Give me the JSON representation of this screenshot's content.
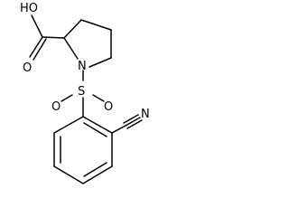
{
  "molecule": {
    "atoms": {
      "hydroxyl": "HO",
      "carbonyl_oxygen": "O",
      "ring_nitrogen": "N",
      "sulfur": "S",
      "sulfonyl_oxygen_left": "O",
      "sulfonyl_oxygen_right": "O",
      "nitrile_nitrogen": "N"
    }
  }
}
